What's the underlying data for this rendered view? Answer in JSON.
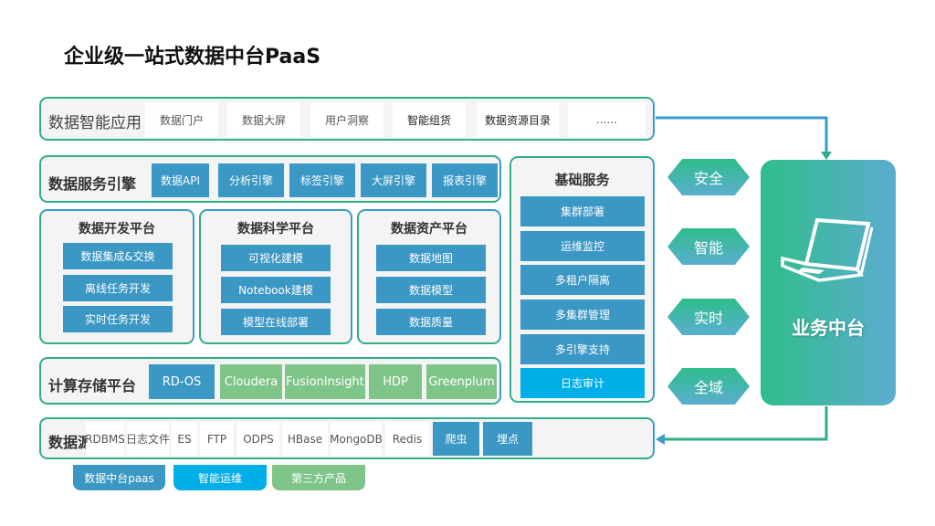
{
  "title": "企业级一站式数据中台PaaS",
  "rows": {
    "apps": {
      "label": "数据智能应用",
      "items": [
        "数据门户",
        "数据大屏",
        "用户洞察",
        "智能组货",
        "数据资源目录",
        "......"
      ]
    },
    "services": {
      "label": "数据服务引擎",
      "items": [
        "数据API",
        "分析引擎",
        "标签引擎",
        "大屏引擎",
        "报表引擎"
      ]
    },
    "platforms": [
      {
        "title": "数据开发平台",
        "items": [
          "数据集成&交换",
          "离线任务开发",
          "实时任务开发"
        ]
      },
      {
        "title": "数据科学平台",
        "items": [
          "可视化建模",
          "Notebook建模",
          "模型在线部署"
        ]
      },
      {
        "title": "数据资产平台",
        "items": [
          "数据地图",
          "数据模型",
          "数据质量"
        ]
      }
    ],
    "compute": {
      "label": "计算存储平台",
      "items": [
        "RD-OS",
        "Cloudera",
        "FusionInsight",
        "HDP",
        "Greenplum"
      ]
    },
    "sources": {
      "label": "数据源",
      "items": [
        "RDBMS",
        "日志文件",
        "ES",
        "FTP",
        "ODPS",
        "HBase",
        "MongoDB",
        "Redis",
        "爬虫",
        "埋点"
      ]
    }
  },
  "base_services": {
    "title": "基础服务",
    "items": [
      "集群部署",
      "运维监控",
      "多租户隔离",
      "多集群管理",
      "多引擎支持",
      "日志审计"
    ]
  },
  "features": [
    "安全",
    "智能",
    "实时",
    "全域"
  ],
  "business": {
    "label": "业务中台",
    "icon": "laptop-icon"
  },
  "legend": [
    "数据中台paas",
    "智能运维",
    "第三方产品"
  ],
  "colors": {
    "blue": "#3b97c4",
    "green": "#7fc58a",
    "cyan": "#00aee8",
    "gradient_start": "#2fbd8a",
    "gradient_end": "#5caccf"
  }
}
